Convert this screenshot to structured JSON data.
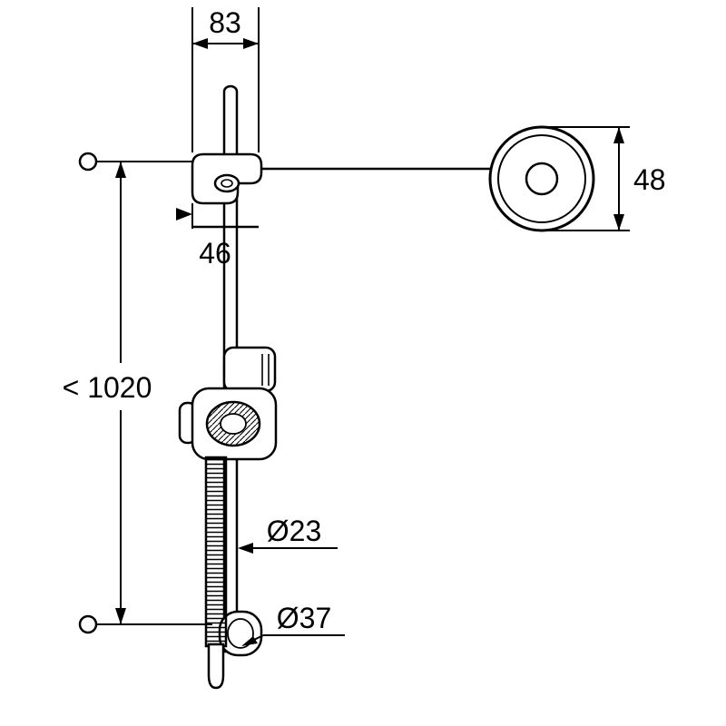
{
  "drawing": {
    "line_color": "#000000",
    "background_color": "#ffffff"
  },
  "dimensions": {
    "top_width": "83",
    "wall_disc_height": "48",
    "bracket_depth": "46",
    "rail_length": "< 1020",
    "rail_diameter": "Ø23",
    "lower_bracket_diameter": "Ø37"
  }
}
